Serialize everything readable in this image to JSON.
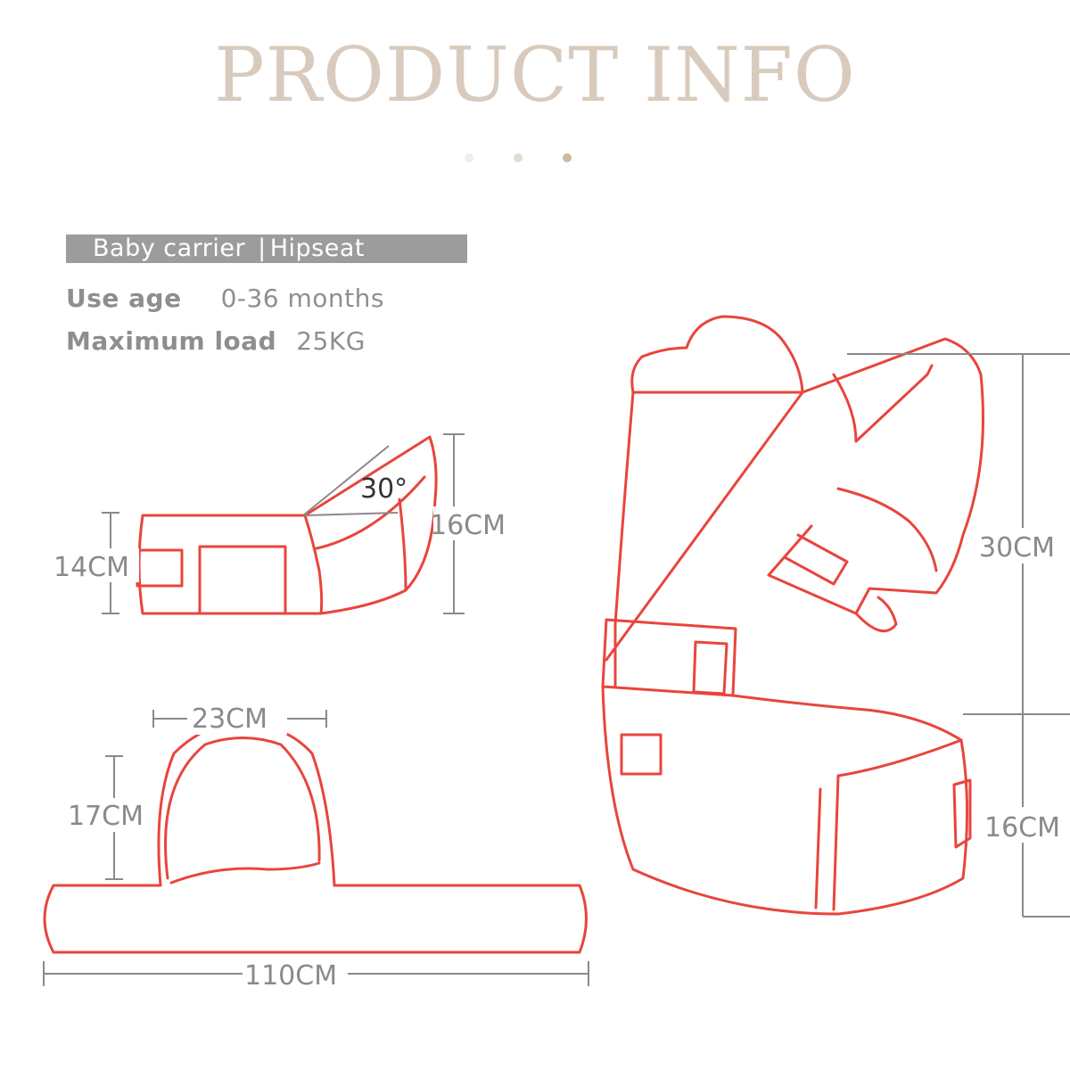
{
  "title": "PRODUCT INFO",
  "carousel": {
    "dot_colors": [
      "#eeeeee",
      "#e2dcd5",
      "#cdb8a0"
    ],
    "active_index": 2
  },
  "product_label": {
    "name": "Baby carrier",
    "separator": "|",
    "type": "Hipseat"
  },
  "specs": [
    {
      "key": "Use age",
      "value": "0-36 months"
    },
    {
      "key": "Maximum load",
      "value": "25KG"
    }
  ],
  "dimensions": {
    "seat_angle": "30°",
    "seat_front_height": "14CM",
    "seat_back_height": "16CM",
    "waist_panel_width": "23CM",
    "waist_panel_height": "17CM",
    "belt_length": "110CM",
    "carrier_upper_height": "30CM",
    "carrier_seat_height": "16CM"
  },
  "colors": {
    "outline": "#e8453c",
    "dimension_line": "#8a8a8a",
    "title": "#d8cbbd",
    "label_bar": "#9c9c9c"
  }
}
